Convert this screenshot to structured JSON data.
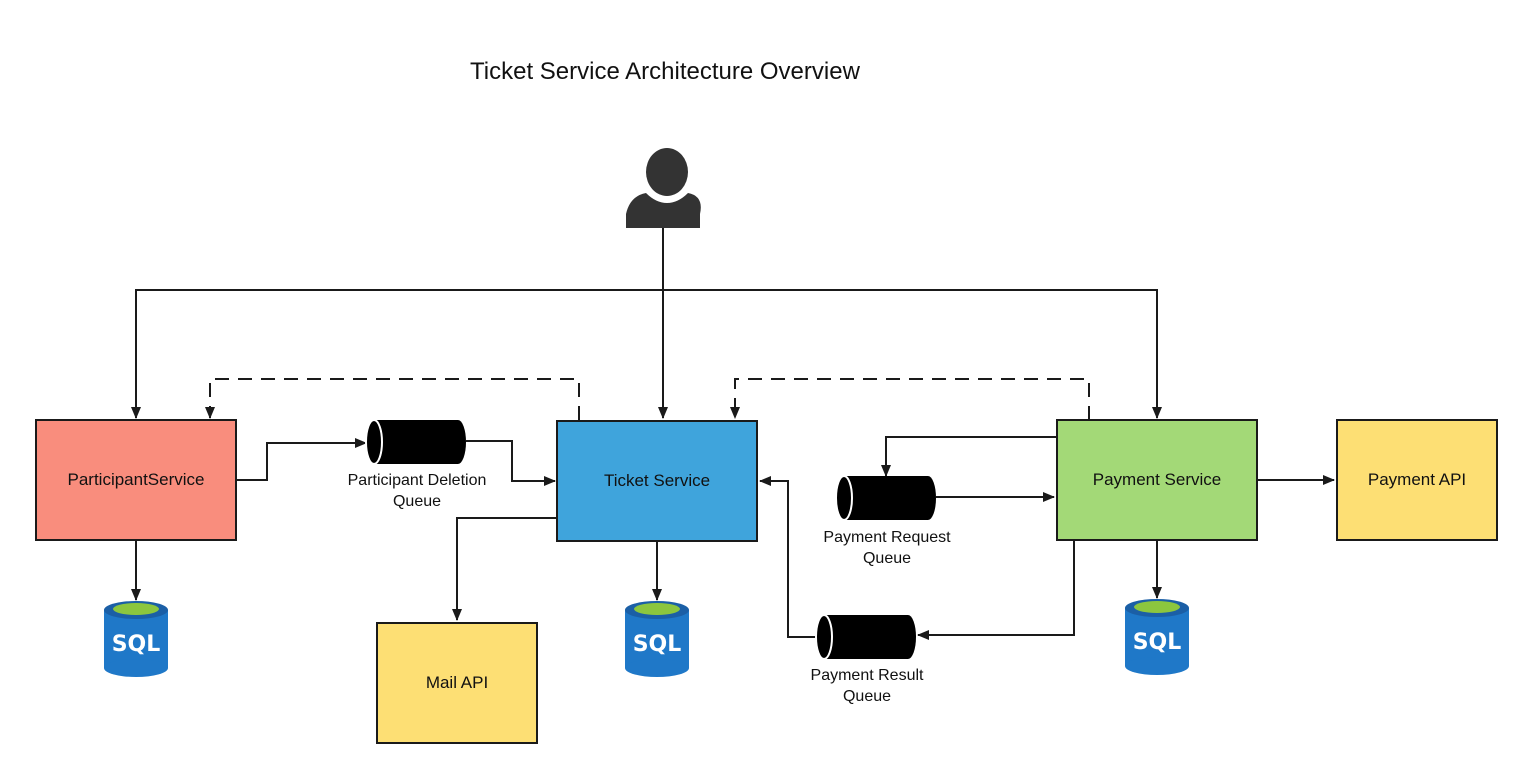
{
  "title": "Ticket Service Architecture Overview",
  "nodes": {
    "participant_service": "ParticipantService",
    "ticket_service": "Ticket Service",
    "payment_service": "Payment Service",
    "payment_api": "Payment API",
    "mail_api": "Mail API"
  },
  "queues": {
    "participant_deletion": [
      "Participant Deletion",
      "Queue"
    ],
    "payment_request": [
      "Payment Request",
      "Queue"
    ],
    "payment_result": [
      "Payment Result",
      "Queue"
    ]
  },
  "databases": {
    "label": "SQL"
  },
  "icons": {
    "user": "user-icon",
    "database": "sql-database-icon",
    "queue": "queue-cylinder-icon"
  },
  "colors": {
    "participant_service": "#f98d7d",
    "ticket_service": "#3fa4dc",
    "payment_service": "#a3d977",
    "external_api": "#fddf74",
    "db_blue": "#1f78c8",
    "db_top": "#8cc63e",
    "line": "#1a1a1a"
  }
}
